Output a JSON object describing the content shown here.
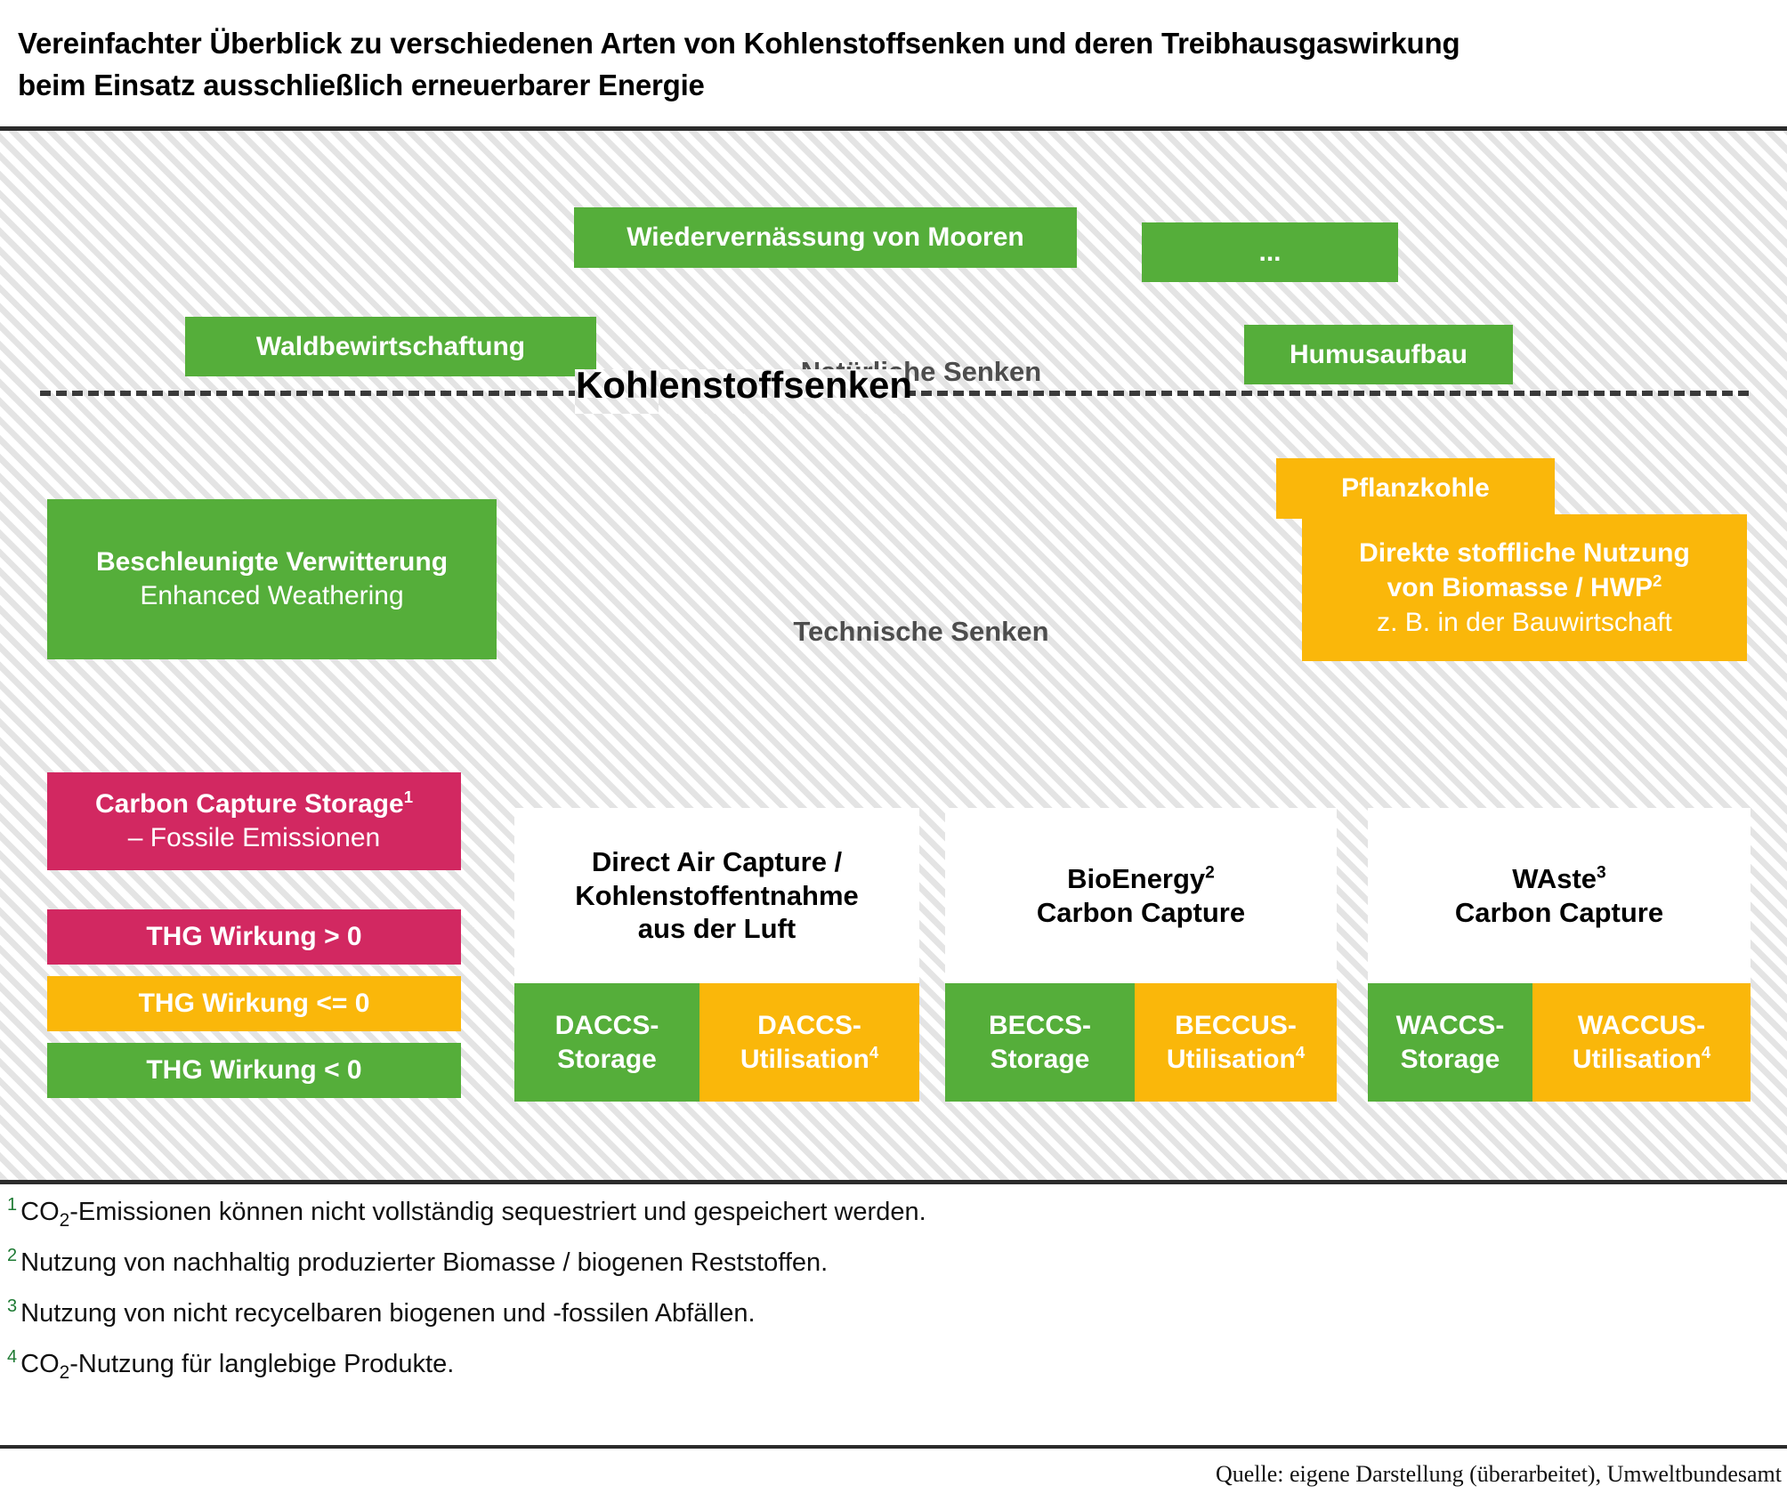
{
  "title": {
    "line1": "Vereinfachter Überblick zu verschiedenen Arten von Kohlenstoffsenken und deren Treibhausgaswirkung",
    "line2": "beim Einsatz ausschließlich erneuerbarer Energie"
  },
  "diagram": {
    "center_label": "Kohlenstoffsenken",
    "section_natural": "Natürliche Senken",
    "section_technical": "Technische Senken",
    "natural_sinks": [
      {
        "label": "Wiedervernässung von Mooren",
        "color": "#55ae3a",
        "effect": "THG Wirkung < 0"
      },
      {
        "label": "...",
        "color": "#55ae3a",
        "effect": "THG Wirkung < 0"
      },
      {
        "label": "Waldbewirtschaftung",
        "color": "#55ae3a",
        "effect": "THG Wirkung < 0"
      },
      {
        "label": "Humusaufbau",
        "color": "#55ae3a",
        "effect": "THG Wirkung < 0"
      }
    ],
    "technical_sinks": {
      "enhanced_weathering": {
        "title": "Beschleunigte Verwitterung",
        "subtitle": "Enhanced Weathering",
        "color": "#55ae3a"
      },
      "pflanzkohle": {
        "label": "Pflanzkohle",
        "color": "#fab70a"
      },
      "hwp": {
        "line1": "Direkte stoffliche Nutzung",
        "line2_pre": "von Biomasse / HWP",
        "line2_sup": "2",
        "line3": "z. B. in der Bauwirtschaft",
        "color": "#fab70a"
      }
    },
    "ccs_box": {
      "title_pre": "Carbon Capture Storage",
      "title_sup": "1",
      "subtitle": "– Fossile Emissionen",
      "color": "#d22861"
    },
    "legend": [
      {
        "label": "THG Wirkung > 0",
        "color": "#d22861"
      },
      {
        "label": "THG Wirkung <= 0",
        "color": "#fab70a"
      },
      {
        "label": "THG Wirkung < 0",
        "color": "#55ae3a"
      }
    ],
    "capture_cards": [
      {
        "title_lines": [
          "Direct Air Capture /",
          "Kohlenstoffentnahme",
          "aus der Luft"
        ],
        "title_sup": "",
        "storage": {
          "line1": "DACCS-",
          "line2": "Storage",
          "sup": "",
          "color": "#55ae3a"
        },
        "utilisation": {
          "line1": "DACCS-",
          "line2": "Utilisation",
          "sup": "4",
          "color": "#fab70a"
        }
      },
      {
        "title_lines": [
          "BioEnergy",
          "Carbon Capture"
        ],
        "title_sup": "2",
        "storage": {
          "line1": "BECCS-",
          "line2": "Storage",
          "sup": "",
          "color": "#55ae3a"
        },
        "utilisation": {
          "line1": "BECCUS-",
          "line2": "Utilisation",
          "sup": "4",
          "color": "#fab70a"
        }
      },
      {
        "title_lines": [
          "WAste",
          "Carbon Capture"
        ],
        "title_sup": "3",
        "storage": {
          "line1": "WACCS-",
          "line2": "Storage",
          "sup": "",
          "color": "#55ae3a"
        },
        "utilisation": {
          "line1": "WACCUS-",
          "line2": "Utilisation",
          "sup": "4",
          "color": "#fab70a"
        }
      }
    ]
  },
  "footnotes": [
    {
      "num": "1",
      "pre": "CO",
      "sub": "2",
      "post": "-Emissionen können nicht vollständig sequestriert und gespeichert werden."
    },
    {
      "num": "2",
      "pre": "",
      "sub": "",
      "post": "Nutzung von nachhaltig produzierter Biomasse / biogenen Reststoffen."
    },
    {
      "num": "3",
      "pre": "",
      "sub": "",
      "post": "Nutzung von nicht recycelbaren biogenen und -fossilen Abfällen."
    },
    {
      "num": "4",
      "pre": "CO",
      "sub": "2",
      "post": "-Nutzung für langlebige Produkte."
    }
  ],
  "source": "Quelle: eigene Darstellung (überarbeitet), Umweltbundesamt"
}
